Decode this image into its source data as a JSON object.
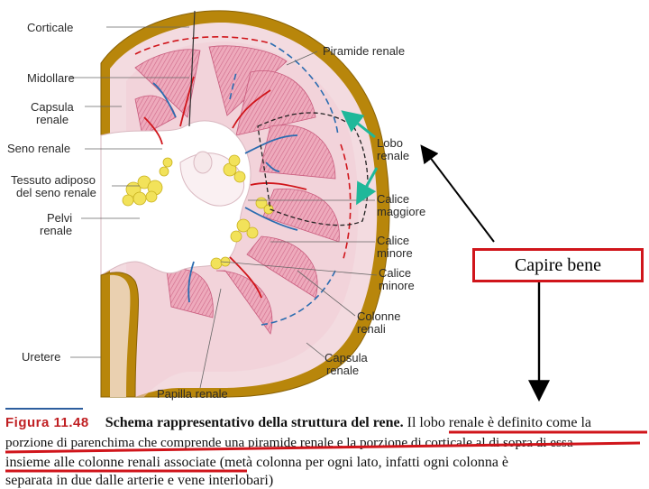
{
  "labels": {
    "corticale": "Corticale",
    "midollare": "Midollare",
    "capsula_renale_left_1": "Capsula",
    "capsula_renale_left_2": "renale",
    "seno_renale": "Seno renale",
    "tessuto_1": "Tessuto adiposo",
    "tessuto_2": "del seno renale",
    "pelvi_1": "Pelvi",
    "pelvi_2": "renale",
    "uretere": "Uretere",
    "piramide_renale": "Piramide renale",
    "lobo_1": "Lobo",
    "lobo_2": "renale",
    "calice_maggiore_1": "Calice",
    "calice_maggiore_2": "maggiore",
    "calice_minore_a_1": "Calice",
    "calice_minore_a_2": "minore",
    "calice_minore_b_1": "Calice",
    "calice_minore_b_2": "minore",
    "colonne_1": "Colonne",
    "colonne_2": "renali",
    "capsula_renale_right_1": "Capsula",
    "capsula_renale_right_2": "renale",
    "papilla_renale": "Papilla renale"
  },
  "note": "Capire bene",
  "caption": {
    "figure": "Figura 11.48",
    "title": "Schema rappresentativo della struttura del rene.",
    "line1_rest": " Il lobo renale è definito come la",
    "line2": "porzione di parenchima che comprende una piramide renale e la porzione di corticale al di sopra di essa",
    "line3_underlined": "insieme alle colonne renali associate",
    "line3_rest": " (metà colonna per ogni lato, infatti ogni colonna è",
    "line4": "separata in due dalle arterie e vene interlobari)"
  },
  "colors": {
    "capsule": "#b8860b",
    "cortex": "#f3d9de",
    "pyramid": "#e9a3b5",
    "pyramid_lines": "#c85a7c",
    "fat": "#f2e25a",
    "artery": "#d0151b",
    "vein": "#2b6cb0",
    "annotation_red": "#d0151b",
    "arrow_teal": "#1fb89a"
  }
}
